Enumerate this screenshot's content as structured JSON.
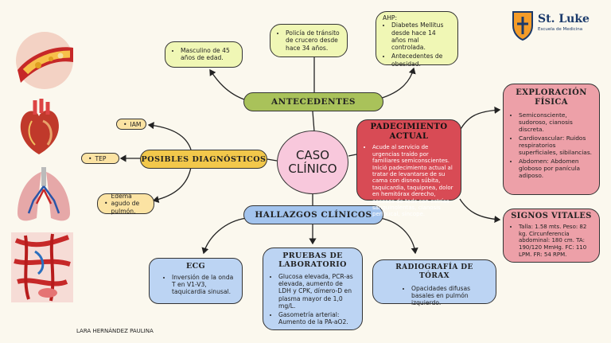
{
  "center": {
    "line1": "CASO",
    "line2": "CLÍNICO"
  },
  "antecedentes": {
    "label": "ANTECEDENTES",
    "note1": "Masculino de 45 años de edad.",
    "note2": "Policía de tránsito de crucero desde hace 34 años.",
    "note3_title": "AHP:",
    "note3_items": [
      "Diabetes Mellitus desde hace 14 años mal controlada.",
      "Antecedentes de obesidad."
    ]
  },
  "posibles": {
    "label": "POSIBLES DIAGNÓSTICOS",
    "item1": "IAM",
    "item2": "TEP",
    "item3": "Edema agudo de pulmón."
  },
  "hallazgos": {
    "label": "HALLAZGOS CLÍNICOS"
  },
  "ecg": {
    "title": "ECG",
    "text": "Inversión de la onda T en V1-V3, taquicardia sinusal."
  },
  "pruebas": {
    "title1": "PRUEBAS DE",
    "title2": "LABORATORIO",
    "items": [
      "Glucosa elevada, PCR-as elevada, aumento de LDH y CPK, dímero-D en plasma mayor de 1,0 mg/L.",
      "Gasometría arterial: Aumento de la PA-aO2."
    ]
  },
  "radiografia": {
    "title": "RADIOGRAFÍA DE TÓRAX",
    "text": "Opacidades difusas basales en pulmón izquierdo."
  },
  "padecimiento": {
    "title": "PADECIMIENTO ACTUAL",
    "text": "Acude al servicio de urgencias traído por familiares semiconscientes. Inició padecimiento actual al tratar de levantarse de su cama con disnea súbita, taquicardia, taquipnea, dolor en hemitórax derecho, accesos de tods con estrías sanguinolentas, cianosis peribucal, síncope."
  },
  "exploracion": {
    "title1": "EXPLORACIÓN",
    "title2": "FÍSICA",
    "items": [
      "Semiconsciente, sudoroso, cianosis discreta.",
      "Cardiovascular: Ruidos respiratorios superficiales, sibilancias.",
      "Abdomen: Abdomen globoso por panícula adiposo."
    ]
  },
  "signos": {
    "title": "SIGNOS VITALES",
    "text": "Talla: 1.58 mts. Peso: 82 kg. Circunferencia abdominal: 180 cm. TA: 190/120 MmHg. FC: 110 LPM. FR: 54 RPM."
  },
  "logo": {
    "name": "St. Luke",
    "sub": "Escuela de Medicina"
  },
  "author": "LARA HERNÁNDEZ PAULINA",
  "colors": {
    "green": "#a9c25a",
    "yellow": "#f2c84b",
    "blue": "#a3c4ee",
    "red": "#d84b55",
    "pink": "#eda0a8",
    "lightgreen": "#f0f7b5",
    "lightblue": "#bcd4f3",
    "center": "#f8c8dc"
  }
}
